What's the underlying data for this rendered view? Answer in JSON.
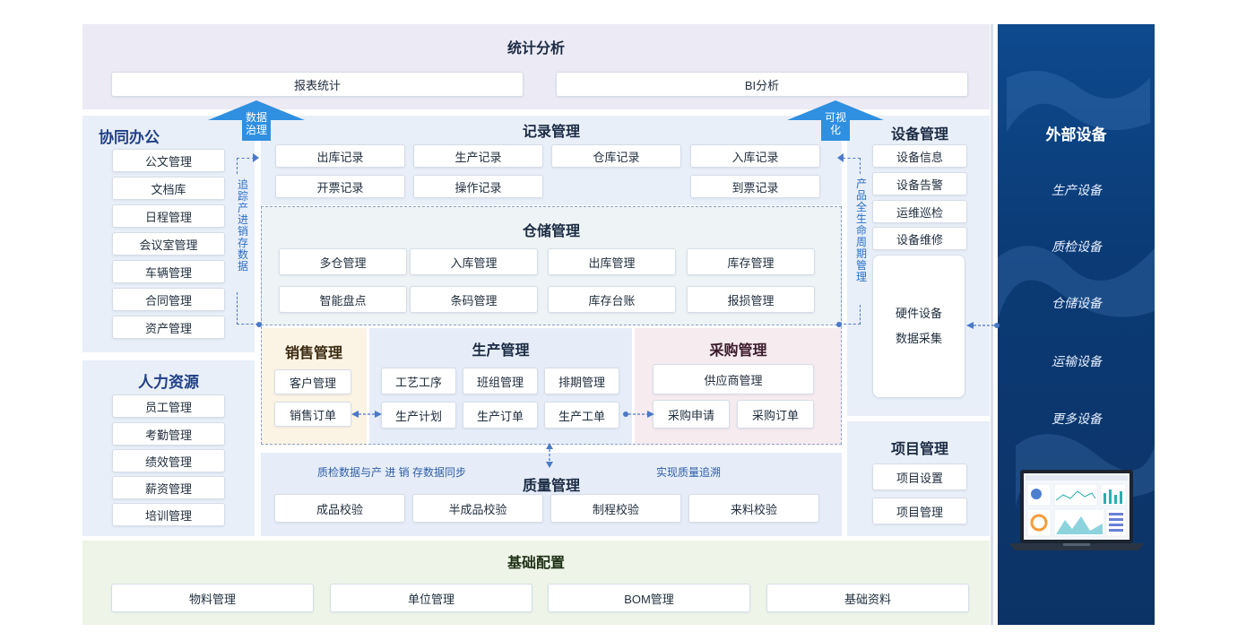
{
  "stats": {
    "title": "统计分析",
    "items": [
      "报表统计",
      "BI分析"
    ]
  },
  "flows": {
    "left_up": "数据治理",
    "right_up": "可视化",
    "trace_sales": "追踪产进销存数据",
    "lifecycle": "产品全生命周期管理"
  },
  "office": {
    "title": "协同办公",
    "items": [
      "公文管理",
      "文档库",
      "日程管理",
      "会议室管理",
      "车辆管理",
      "合同管理",
      "资产管理"
    ]
  },
  "hr": {
    "title": "人力资源",
    "items": [
      "员工管理",
      "考勤管理",
      "绩效管理",
      "薪资管理",
      "培训管理"
    ]
  },
  "records": {
    "title": "记录管理",
    "row1": [
      "出库记录",
      "生产记录",
      "仓库记录",
      "入库记录"
    ],
    "row2": [
      "开票记录",
      "操作记录",
      "到票记录"
    ]
  },
  "warehouse": {
    "title": "仓储管理",
    "row1": [
      "多仓管理",
      "入库管理",
      "出库管理",
      "库存管理"
    ],
    "row2": [
      "智能盘点",
      "条码管理",
      "库存台账",
      "报损管理"
    ]
  },
  "sales": {
    "title": "销售管理",
    "items": [
      "客户管理",
      "销售订单"
    ]
  },
  "production": {
    "title": "生产管理",
    "row1": [
      "工艺工序",
      "班组管理",
      "排期管理"
    ],
    "row2": [
      "生产计划",
      "生产订单",
      "生产工单"
    ]
  },
  "purchase": {
    "title": "采购管理",
    "supplier": "供应商管理",
    "row2": [
      "采购申请",
      "采购订单"
    ]
  },
  "quality": {
    "title": "质量管理",
    "note_left": "质检数据与产 进 销 存数据同步",
    "note_right": "实现质量追溯",
    "items": [
      "成品校验",
      "半成品校验",
      "制程校验",
      "来料校验"
    ]
  },
  "device": {
    "title": "设备管理",
    "items": [
      "设备信息",
      "设备告警",
      "运维巡检",
      "设备维修"
    ],
    "hardware_line1": "硬件设备",
    "hardware_line2": "数据采集"
  },
  "project": {
    "title": "项目管理",
    "items": [
      "项目设置",
      "项目管理"
    ]
  },
  "base": {
    "title": "基础配置",
    "items": [
      "物料管理",
      "单位管理",
      "BOM管理",
      "基础资料"
    ]
  },
  "external": {
    "title": "外部设备",
    "items": [
      "生产设备",
      "质检设备",
      "仓储设备",
      "运输设备",
      "更多设备"
    ]
  },
  "colors": {
    "accent_blue": "#2f8fe0",
    "side_panel": "#0d3e7c",
    "sales_bg": "#fbf3e4",
    "purchase_bg": "#f6ebef",
    "production_bg": "#e6edf8",
    "base_bg": "#eef5e8"
  }
}
